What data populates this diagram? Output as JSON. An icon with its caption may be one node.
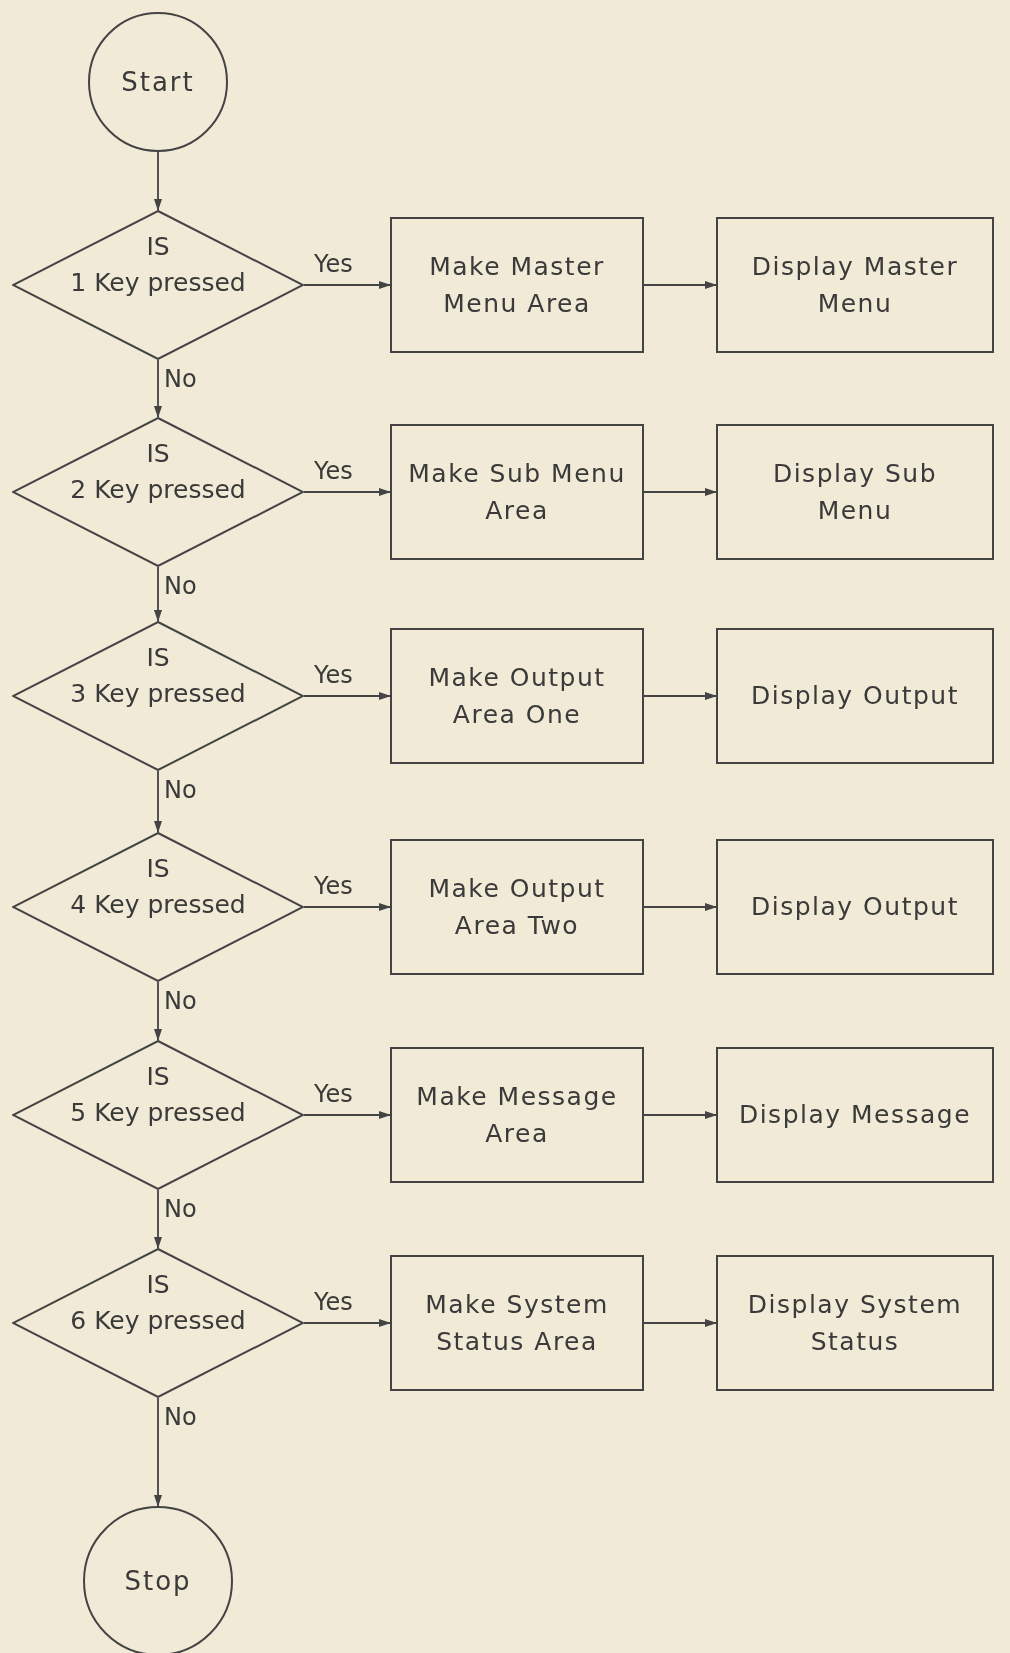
{
  "diagram": {
    "nodes": [
      {
        "text": [
          "Start"
        ]
      },
      {
        "text": [
          "IS",
          "1 Key pressed"
        ]
      },
      {
        "text": [
          "Make Master Menu Area"
        ]
      },
      {
        "text": [
          "Display Master Menu"
        ]
      },
      {
        "text": [
          "IS",
          "2 Key pressed"
        ]
      },
      {
        "text": [
          "Make Sub Menu Area"
        ]
      },
      {
        "text": [
          "Display Sub Menu"
        ]
      },
      {
        "text": [
          "IS",
          "3 Key pressed"
        ]
      },
      {
        "text": [
          "Make Output Area One"
        ]
      },
      {
        "text": [
          "Display Output"
        ]
      },
      {
        "text": [
          "IS",
          "4 Key pressed"
        ]
      },
      {
        "text": [
          "Make Output Area Two"
        ]
      },
      {
        "text": [
          "Display Output"
        ]
      },
      {
        "text": [
          "IS",
          "5 Key pressed"
        ]
      },
      {
        "text": [
          "Make Message Area"
        ]
      },
      {
        "text": [
          "Display Message"
        ]
      },
      {
        "text": [
          "IS",
          "6 Key pressed"
        ]
      },
      {
        "text": [
          "Make System Status Area"
        ]
      },
      {
        "text": [
          "Display System Status"
        ]
      },
      {
        "text": [
          "Stop"
        ]
      }
    ],
    "edges": [
      {
        "from": 0,
        "to": 1,
        "arrow": "to"
      },
      {
        "from": 1,
        "to": 2,
        "arrow": "to",
        "label": "Yes"
      },
      {
        "from": 2,
        "to": 3,
        "arrow": "to"
      },
      {
        "from": 1,
        "to": 4,
        "arrow": "to",
        "label": "No"
      },
      {
        "from": 4,
        "to": 5,
        "arrow": "to",
        "label": "Yes"
      },
      {
        "from": 5,
        "to": 6,
        "arrow": "to"
      },
      {
        "from": 4,
        "to": 7,
        "arrow": "to",
        "label": "No"
      },
      {
        "from": 7,
        "to": 8,
        "arrow": "to",
        "label": "Yes"
      },
      {
        "from": 8,
        "to": 9,
        "arrow": "to"
      },
      {
        "from": 7,
        "to": 10,
        "arrow": "to",
        "label": "No"
      },
      {
        "from": 10,
        "to": 11,
        "arrow": "to",
        "label": "Yes"
      },
      {
        "from": 11,
        "to": 12,
        "arrow": "to"
      },
      {
        "from": 10,
        "to": 13,
        "arrow": "to",
        "label": "No"
      },
      {
        "from": 13,
        "to": 14,
        "arrow": "to",
        "label": "Yes"
      },
      {
        "from": 14,
        "to": 15,
        "arrow": "to"
      },
      {
        "from": 13,
        "to": 16,
        "arrow": "to",
        "label": "No"
      },
      {
        "from": 16,
        "to": 17,
        "arrow": "to",
        "label": "Yes"
      },
      {
        "from": 17,
        "to": 18,
        "arrow": "to"
      },
      {
        "from": 16,
        "to": 19,
        "arrow": "to",
        "label": "No"
      }
    ]
  }
}
